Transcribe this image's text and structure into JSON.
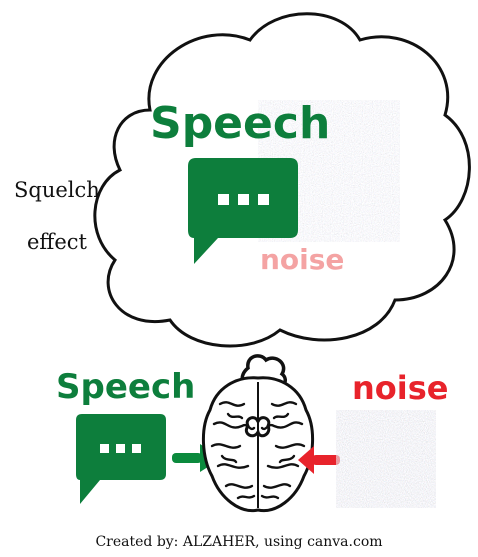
{
  "cloud": {
    "speech_label": "Speech",
    "noise_label": "noise"
  },
  "side_label": {
    "line1": "Squelch",
    "line2": "effect"
  },
  "bottom": {
    "speech_label": "Speech",
    "noise_label": "noise"
  },
  "credit": "Created by: ALZAHER, using canva.com",
  "colors": {
    "speech_green": "#0d7e3c",
    "noise_pink": "#f4a3a3",
    "noise_red": "#e8232b",
    "arrow_green": "#0b8a3d",
    "outline": "#111111"
  },
  "icons": {
    "speech_bubble": "chat-bubble-icon",
    "brain": "brain-icon",
    "noise_texture": "static-noise-icon"
  }
}
